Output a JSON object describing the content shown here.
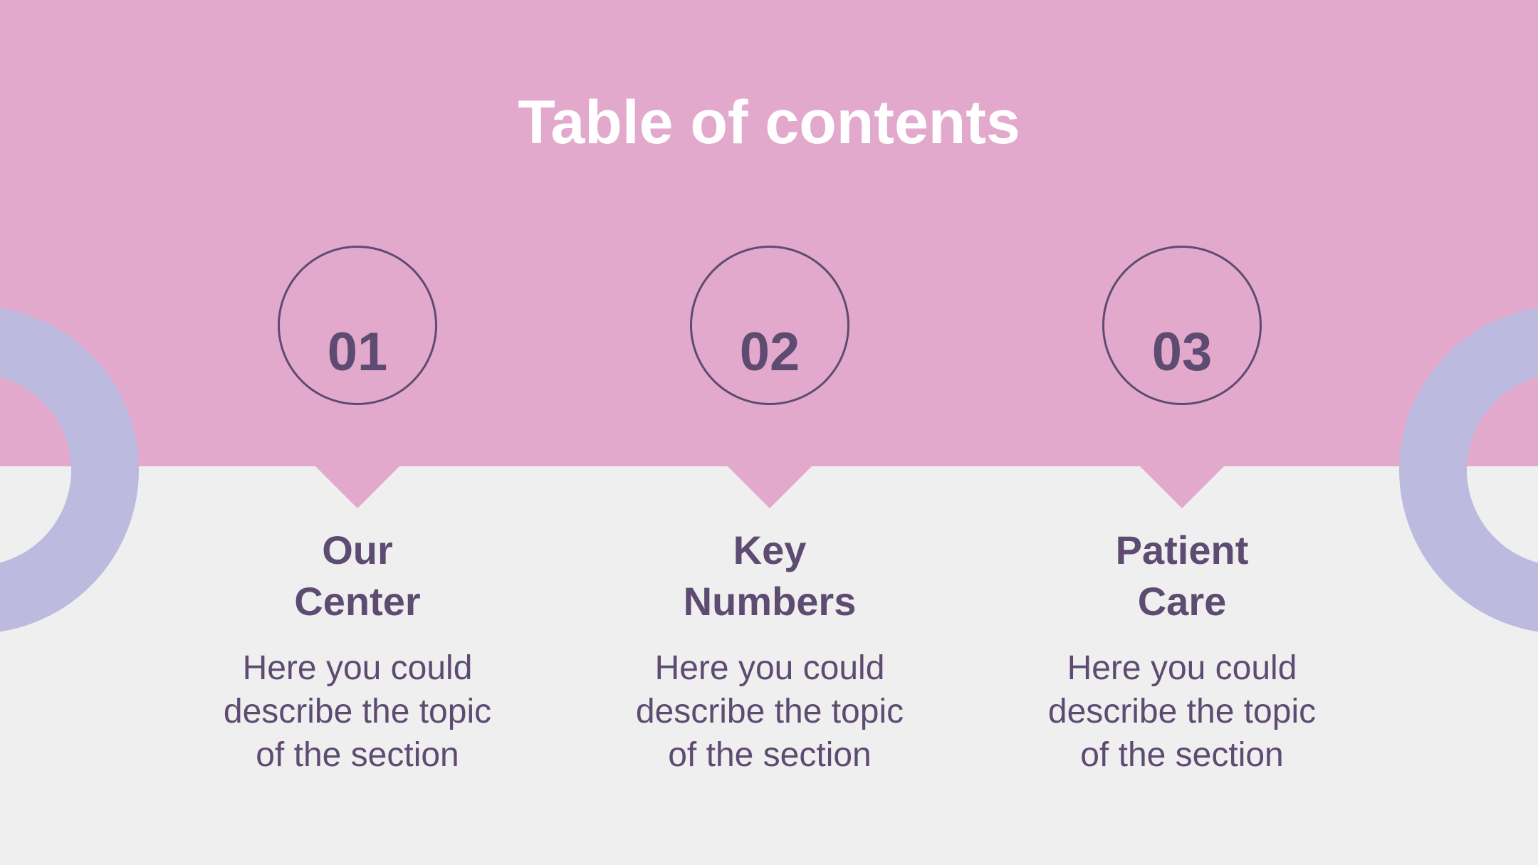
{
  "title": "Table of contents",
  "colors": {
    "band": "#e3a9cc",
    "background": "#efefef",
    "accent": "#5e4b72",
    "ring": "#bdbadf",
    "title_text": "#ffffff"
  },
  "items": [
    {
      "number": "01",
      "heading_lines": [
        "Our",
        "Center"
      ],
      "desc_lines": [
        "Here you could",
        "describe the topic",
        "of the section"
      ]
    },
    {
      "number": "02",
      "heading_lines": [
        "Key",
        "Numbers"
      ],
      "desc_lines": [
        "Here you could",
        "describe the topic",
        "of the section"
      ]
    },
    {
      "number": "03",
      "heading_lines": [
        "Patient",
        "Care"
      ],
      "desc_lines": [
        "Here you could",
        "describe the topic",
        "of the section"
      ]
    }
  ]
}
